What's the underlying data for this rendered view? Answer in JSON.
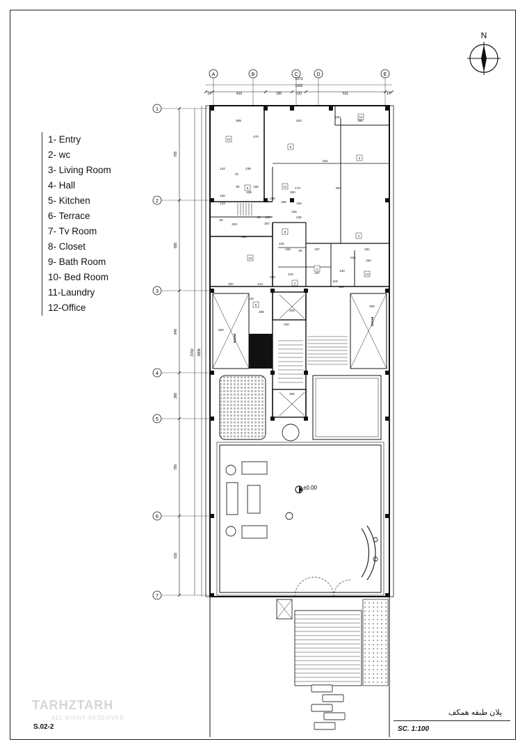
{
  "legend": [
    "1- Entry",
    "2- wc",
    "3- Living Room",
    "4- Hall",
    "5- Kitchen",
    "6- Terrace",
    "7- Tv Room",
    "8- Closet",
    "9- Bath Room",
    "10- Bed Room",
    "11-Laundry",
    "12-Office"
  ],
  "north_label": "N",
  "grid_cols": [
    "A",
    "B",
    "C",
    "D",
    "E"
  ],
  "grid_rows": [
    "1",
    "2",
    "3",
    "4",
    "5",
    "6",
    "7"
  ],
  "top_dims": [
    "14",
    "410",
    "190",
    "120",
    "611",
    "14"
  ],
  "top_overall": [
    "1373",
    "1332"
  ],
  "left_dims": [
    "705",
    "695",
    "640",
    "360",
    "750",
    "610"
  ],
  "left_overall": [
    "3760",
    "3809"
  ],
  "room_dims": [
    "389",
    "523",
    "160",
    "365",
    "470",
    "931",
    "142",
    "238",
    "75",
    "80",
    "238",
    "160",
    "300",
    "173",
    "897",
    "192",
    "100",
    "123",
    "280",
    "265",
    "156",
    "323",
    "43",
    "100",
    "235",
    "60",
    "257",
    "480",
    "100",
    "160",
    "50",
    "197",
    "621",
    "281",
    "130",
    "264",
    "287",
    "143",
    "250",
    "210",
    "197",
    "115",
    "120",
    "300",
    "143",
    "240",
    "200",
    "300",
    "600",
    "359"
  ],
  "room_tags": [
    "10",
    "5",
    "3",
    "12",
    "9",
    "11",
    "4",
    "10",
    "9",
    "1",
    "2",
    "13",
    "8"
  ],
  "patio_label": "PATIO",
  "level_label": "±0.00",
  "scale_label": "SC.  1:100",
  "title_fa": "پلان طبقه همکف",
  "sheet_no": "S.02-2",
  "logo_text": "TARHZTARH",
  "logo_sub": "ALL RIGHT RESERVED",
  "colors": {
    "ink": "#111111",
    "grid": "#555555",
    "hatch": "#777777"
  }
}
